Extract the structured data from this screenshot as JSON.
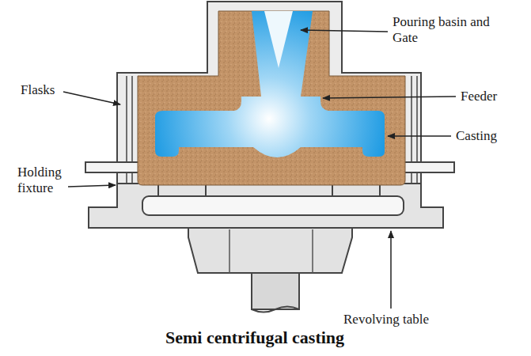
{
  "diagram": {
    "caption": "Semi centrifugal casting",
    "labels": [
      "Pouring basin and Gate",
      "Feeder",
      "Casting",
      "Flasks",
      "Holding fixture",
      "Revolving table"
    ]
  }
}
